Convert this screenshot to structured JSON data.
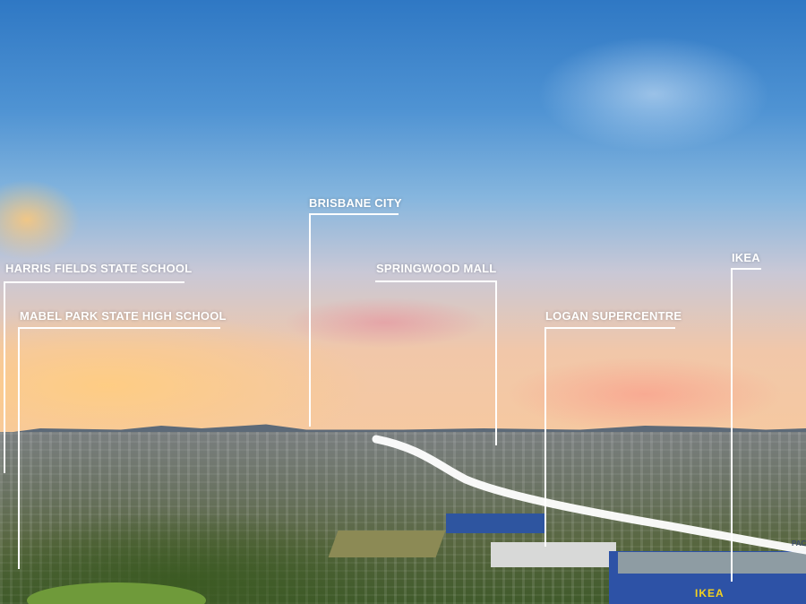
{
  "labels": {
    "harris_fields": "HARRIS FIELDS STATE SCHOOL",
    "mabel_park": "MABEL PARK STATE HIGH SCHOOL",
    "brisbane_city": "BRISBANE CITY",
    "springwood_mall": "SPRINGWOOD MALL",
    "logan_supercentre": "LOGAN SUPERCENTRE",
    "ikea": "IKEA"
  },
  "signs": {
    "ikea_store": "IKEA",
    "road_partial": "PAC"
  },
  "colors": {
    "label_text": "#ffffff",
    "leader_line": "#ffffff",
    "highway_highlight": "#ffffff",
    "ikea_blue": "#2d52a6",
    "ikea_yellow": "#f4d21e"
  }
}
